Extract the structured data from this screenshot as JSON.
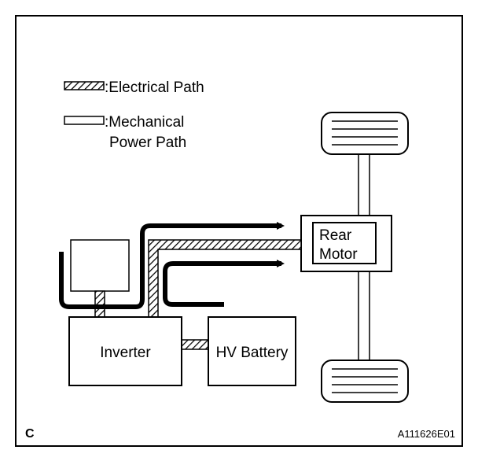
{
  "legend": {
    "electrical_path": ":Electrical Path",
    "mechanical_path_line1": ":Mechanical",
    "mechanical_path_line2": "Power Path"
  },
  "components": {
    "inverter": "Inverter",
    "hv_battery": "HV Battery",
    "rear_motor_line1": "Rear",
    "rear_motor_line2": "Motor"
  },
  "corner_label": "C",
  "figure_code": "A111626E01"
}
